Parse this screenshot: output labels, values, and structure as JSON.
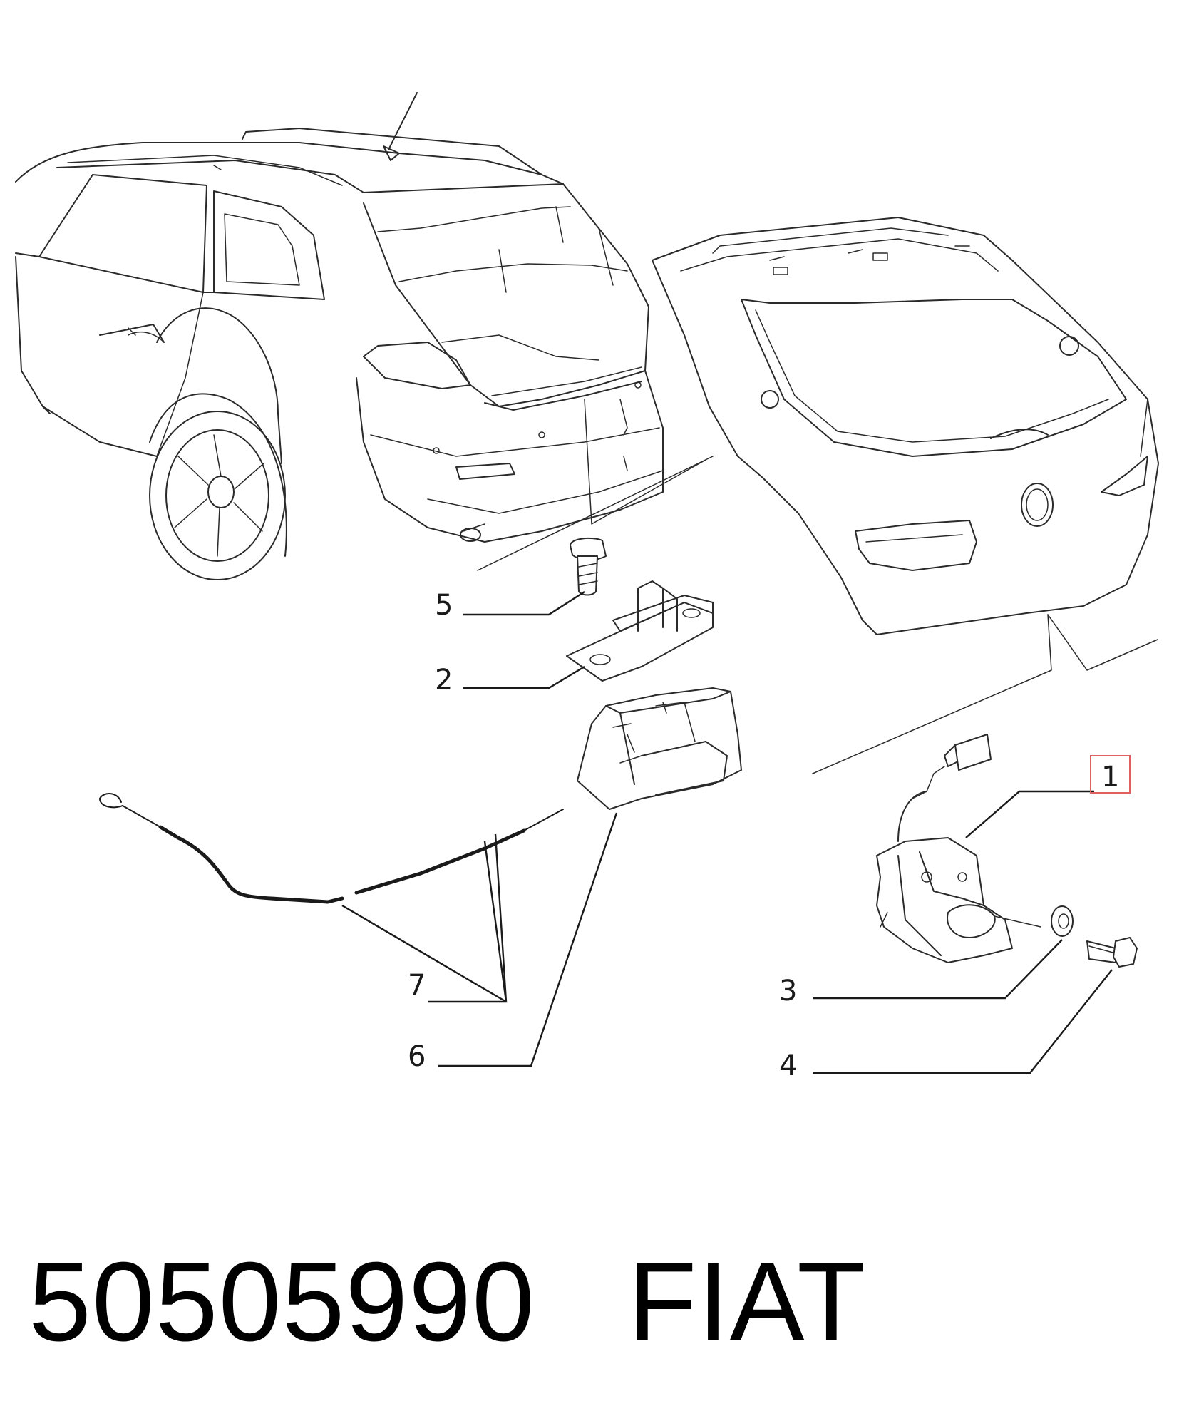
{
  "diagram": {
    "callouts": [
      {
        "id": "1",
        "label": "1",
        "highlighted": true
      },
      {
        "id": "2",
        "label": "2"
      },
      {
        "id": "3",
        "label": "3"
      },
      {
        "id": "4",
        "label": "4"
      },
      {
        "id": "5",
        "label": "5"
      },
      {
        "id": "6",
        "label": "6"
      },
      {
        "id": "7",
        "label": "7"
      }
    ],
    "highlight_color": "#e06060"
  },
  "footer": {
    "part_number": "50505990",
    "brand": "FIAT"
  }
}
